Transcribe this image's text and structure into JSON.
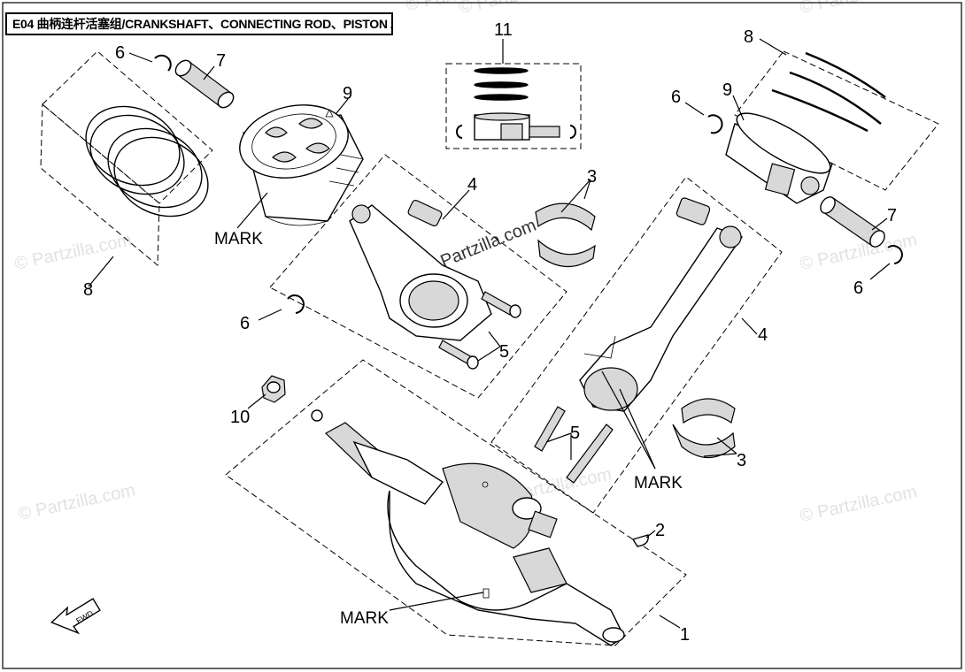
{
  "title": "E04 曲柄连杆活塞组/CRANKSHAFT、CONNECTING ROD、PISTON ASSY",
  "watermark": "© Partzilla.com",
  "callouts": {
    "c1": "1",
    "c2": "2",
    "c3a": "3",
    "c3b": "3",
    "c4a": "4",
    "c4b": "4",
    "c5a": "5",
    "c5b": "5",
    "c6a": "6",
    "c6b": "6",
    "c6c": "6",
    "c6d": "6",
    "c7a": "7",
    "c7b": "7",
    "c8a": "8",
    "c8b": "8",
    "c9a": "9",
    "c9b": "9",
    "c10": "10",
    "c11": "11"
  },
  "marks": {
    "m1": "MARK",
    "m2": "MARK",
    "m3": "MARK"
  },
  "fwd_label": "FWD"
}
